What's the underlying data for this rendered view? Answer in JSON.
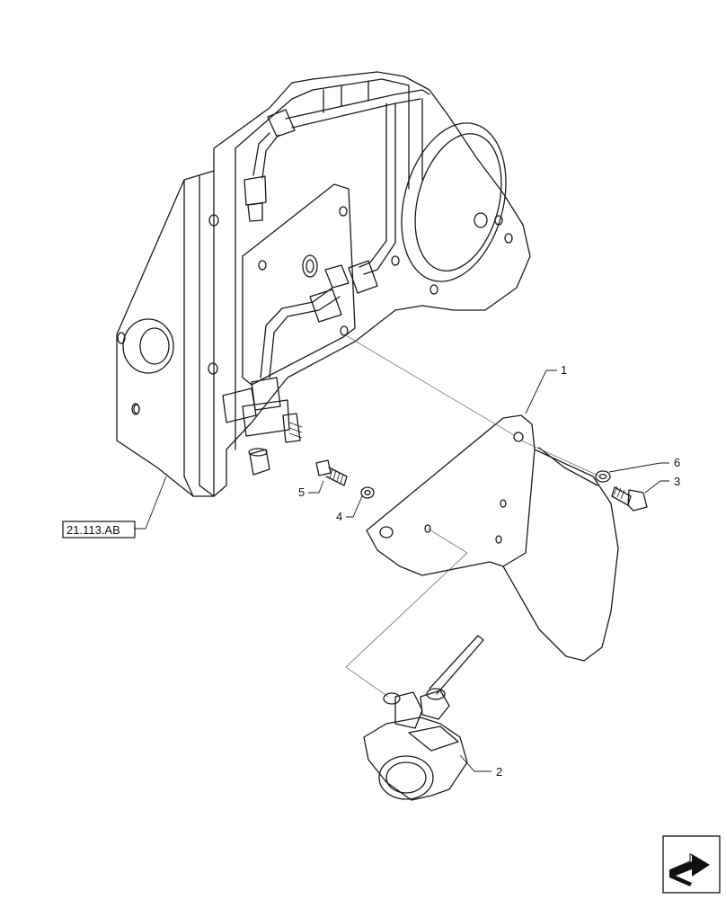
{
  "callouts": {
    "c1": "1",
    "c2": "2",
    "c3": "3",
    "c4": "4",
    "c5": "5",
    "c6": "6"
  },
  "reference": "21.113.AB",
  "icons": {
    "nav": "next-page-arrow-icon"
  }
}
